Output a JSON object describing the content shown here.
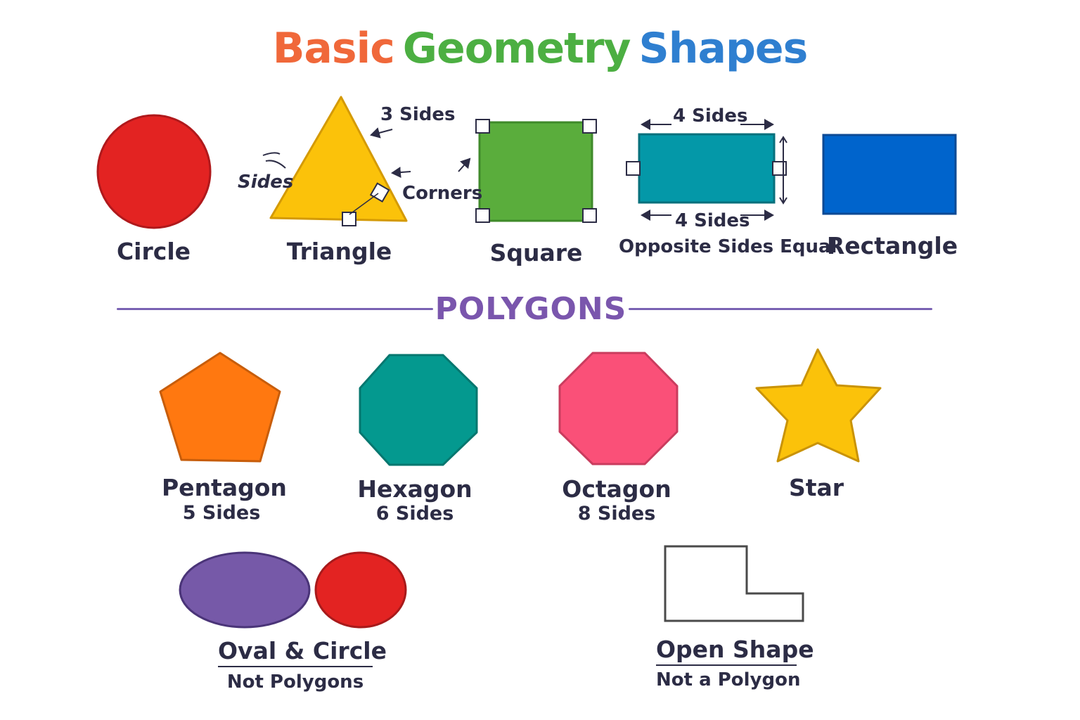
{
  "title": {
    "word1": "Basic",
    "word2": "Geometry",
    "word3": "Shapes"
  },
  "colors": {
    "title_basic": "#f0683a",
    "title_geometry": "#4caf42",
    "title_shapes": "#2f7fd0",
    "circle": "#e32322",
    "triangle": "#fbc20a",
    "square": "#5aad3c",
    "teal_rect": "#0498a8",
    "rectangle": "#0064cc",
    "pentagon": "#ff7810",
    "hexagon": "#04998f",
    "octagon": "#fa5078",
    "star": "#fbc20a",
    "oval": "#7659a8",
    "polygons": "#7a56ad"
  },
  "top_row": {
    "circle": "Circle",
    "triangle": "Triangle",
    "triangle_sides_note": "3 Sides",
    "triangle_sides_label": "Sides",
    "triangle_corners_label": "Corners",
    "square": "Square",
    "rect_top_note": "4 Sides",
    "rect_bottom_note": "4 Sides",
    "rect_caption": "Opposite Sides Equal",
    "rectangle": "Rectangle"
  },
  "section_heading": "POLYGONS",
  "polygons": [
    {
      "name": "Pentagon",
      "sides": "5 Sides",
      "icon": "pentagon-shape"
    },
    {
      "name": "Hexagon",
      "sides": "6 Sides",
      "icon": "octagon-shape"
    },
    {
      "name": "Octagon",
      "sides": "8 Sides",
      "icon": "octagon-shape"
    },
    {
      "name": "Star",
      "sides": "",
      "icon": "star-shape"
    }
  ],
  "non_polygons": {
    "curves_title": "Oval & Circle",
    "curves_note": "Not Polygons",
    "open_title": "Open Shape",
    "open_note": "Not a Polygon"
  }
}
